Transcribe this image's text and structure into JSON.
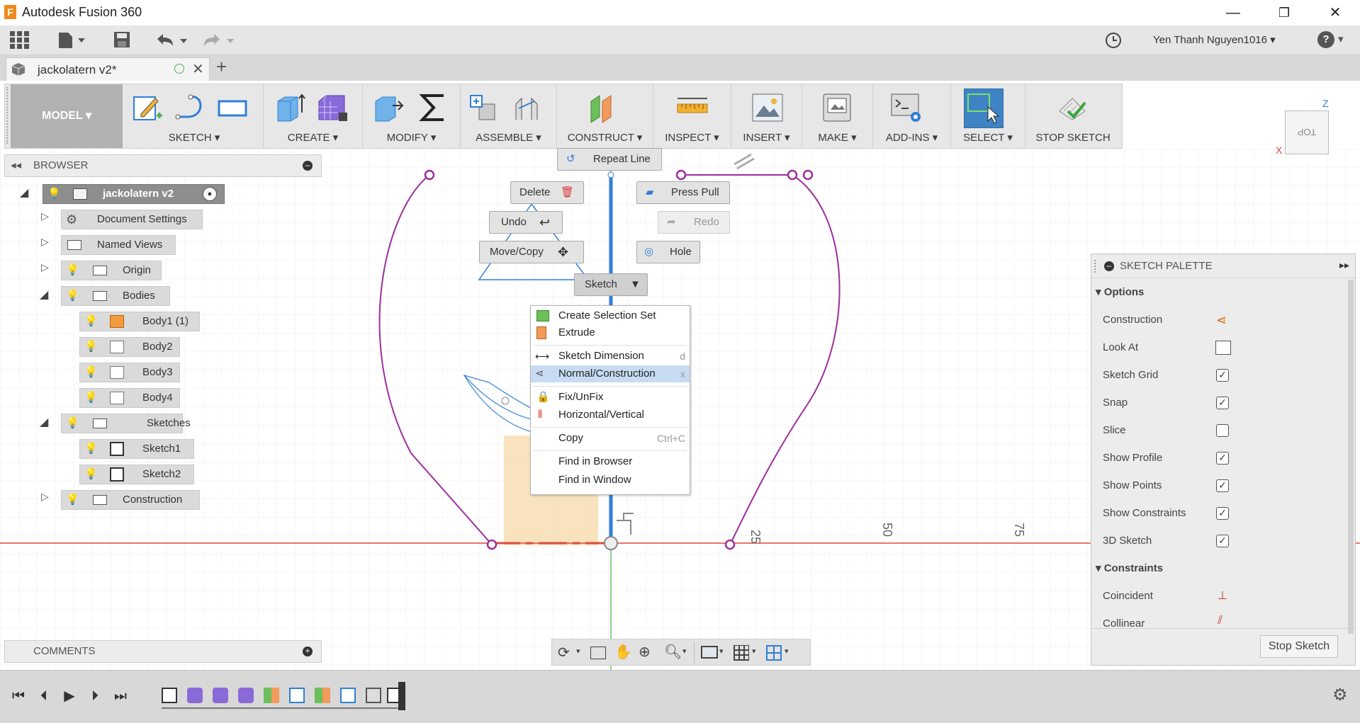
{
  "app": {
    "title": "Autodesk Fusion 360",
    "logo": "F",
    "minimize": "—",
    "restore": "❐",
    "close": "✕"
  },
  "menubar": {
    "user": "Yen Thanh Nguyen1016",
    "help": "?"
  },
  "doc_tab": {
    "name": "jackolatern v2*",
    "add": "+"
  },
  "workspace": "MODEL",
  "toolbar": {
    "sketch": "SKETCH",
    "create": "CREATE",
    "modify": "MODIFY",
    "assemble": "ASSEMBLE",
    "construct": "CONSTRUCT",
    "inspect": "INSPECT",
    "insert": "INSERT",
    "make": "MAKE",
    "addins": "ADD-INS",
    "select": "SELECT",
    "stop_sketch": "STOP SKETCH"
  },
  "browser": {
    "title": "BROWSER",
    "root": "jackolatern v2",
    "items": [
      "Document Settings",
      "Named Views",
      "Origin",
      "Bodies",
      "Body1 (1)",
      "Body2",
      "Body3",
      "Body4",
      "Sketches",
      "Sketch1",
      "Sketch2",
      "Construction"
    ]
  },
  "comments": {
    "title": "COMMENTS"
  },
  "viewcube": {
    "face": "TOP",
    "z": "Z",
    "x": "X"
  },
  "marking_menu": {
    "repeat": "Repeat Line",
    "delete": "Delete",
    "press_pull": "Press Pull",
    "undo": "Undo",
    "redo": "Redo",
    "move_copy": "Move/Copy",
    "hole": "Hole",
    "sketch": "Sketch"
  },
  "context_menu": {
    "items": [
      {
        "label": "Create Selection Set",
        "key": ""
      },
      {
        "label": "Extrude",
        "key": ""
      },
      {
        "label": "Sketch Dimension",
        "key": "d"
      },
      {
        "label": "Normal/Construction",
        "key": "x"
      },
      {
        "label": "Fix/UnFix",
        "key": ""
      },
      {
        "label": "Horizontal/Vertical",
        "key": ""
      },
      {
        "label": "Copy",
        "key": "Ctrl+C"
      },
      {
        "label": "Find in Browser",
        "key": ""
      },
      {
        "label": "Find in Window",
        "key": ""
      }
    ]
  },
  "ruler": {
    "t25": "25",
    "t50": "50",
    "t75": "75"
  },
  "palette": {
    "title": "SKETCH PALETTE",
    "options_header": "Options",
    "options": [
      {
        "label": "Construction",
        "type": "icon"
      },
      {
        "label": "Look At",
        "type": "icon"
      },
      {
        "label": "Sketch Grid",
        "type": "check",
        "checked": true
      },
      {
        "label": "Snap",
        "type": "check",
        "checked": true
      },
      {
        "label": "Slice",
        "type": "check",
        "checked": false
      },
      {
        "label": "Show Profile",
        "type": "check",
        "checked": true
      },
      {
        "label": "Show Points",
        "type": "check",
        "checked": true
      },
      {
        "label": "Show Constraints",
        "type": "check",
        "checked": true
      },
      {
        "label": "3D Sketch",
        "type": "check",
        "checked": true
      }
    ],
    "constraints_header": "Constraints",
    "constraints": [
      "Coincident",
      "Collinear"
    ],
    "stop_button": "Stop Sketch"
  },
  "colors": {
    "accent": "#2f7fd6",
    "sketch_curve": "#9c2f9c",
    "axis_red": "#e04a3a",
    "profile": "#f6d9a8"
  }
}
